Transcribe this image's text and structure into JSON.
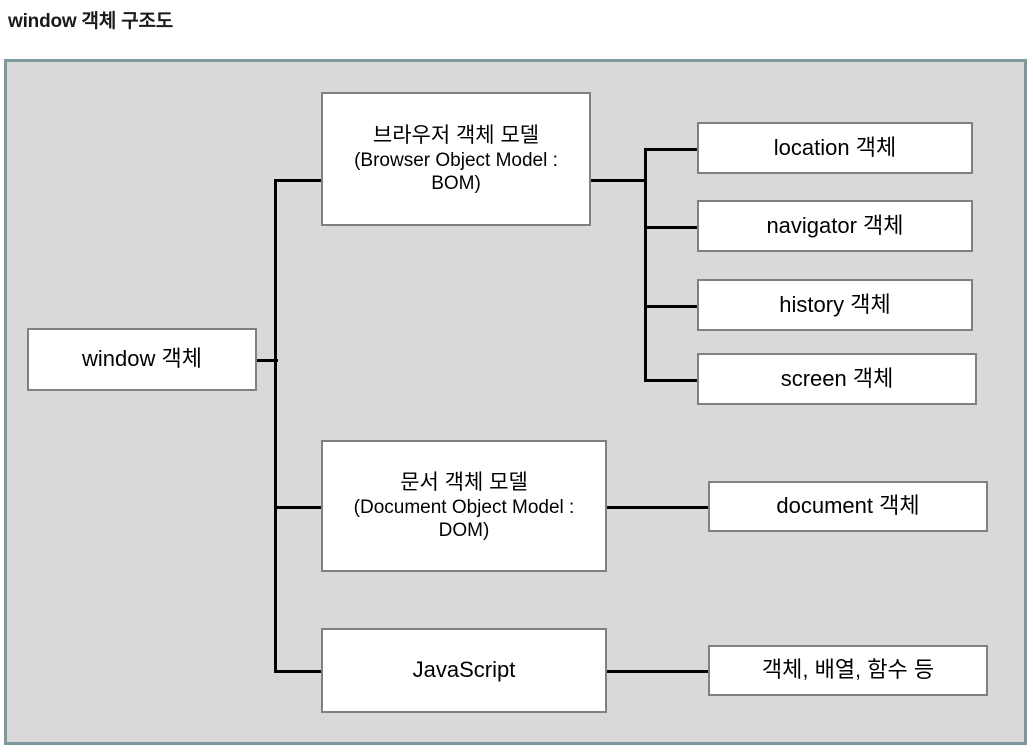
{
  "page": {
    "title": "window 객체 구조도",
    "background_color": "#ffffff",
    "canvas_fill": "#d9d9d9",
    "canvas_border_color": "#7e989d",
    "node_fill": "#ffffff",
    "node_border_color": "#808080",
    "connector_color": "#000000"
  },
  "diagram": {
    "type": "tree",
    "root": {
      "id": "window",
      "label": "window 객체"
    },
    "branches": [
      {
        "id": "bom",
        "label_ko": "브라우저 객체 모델",
        "label_en_line1": "(Browser Object Model :",
        "label_en_line2": "BOM)",
        "children": [
          {
            "id": "location",
            "label": "location 객체"
          },
          {
            "id": "navigator",
            "label": "navigator 객체"
          },
          {
            "id": "history",
            "label": "history 객체"
          },
          {
            "id": "screen",
            "label": "screen 객체"
          }
        ]
      },
      {
        "id": "dom",
        "label_ko": "문서 객체 모델",
        "label_en_line1": "(Document Object Model :",
        "label_en_line2": "DOM)",
        "children": [
          {
            "id": "document",
            "label": "document 객체"
          }
        ]
      },
      {
        "id": "javascript",
        "label_ko": "JavaScript",
        "children": [
          {
            "id": "js-members",
            "label": "객체, 배열, 함수 등"
          }
        ]
      }
    ]
  }
}
